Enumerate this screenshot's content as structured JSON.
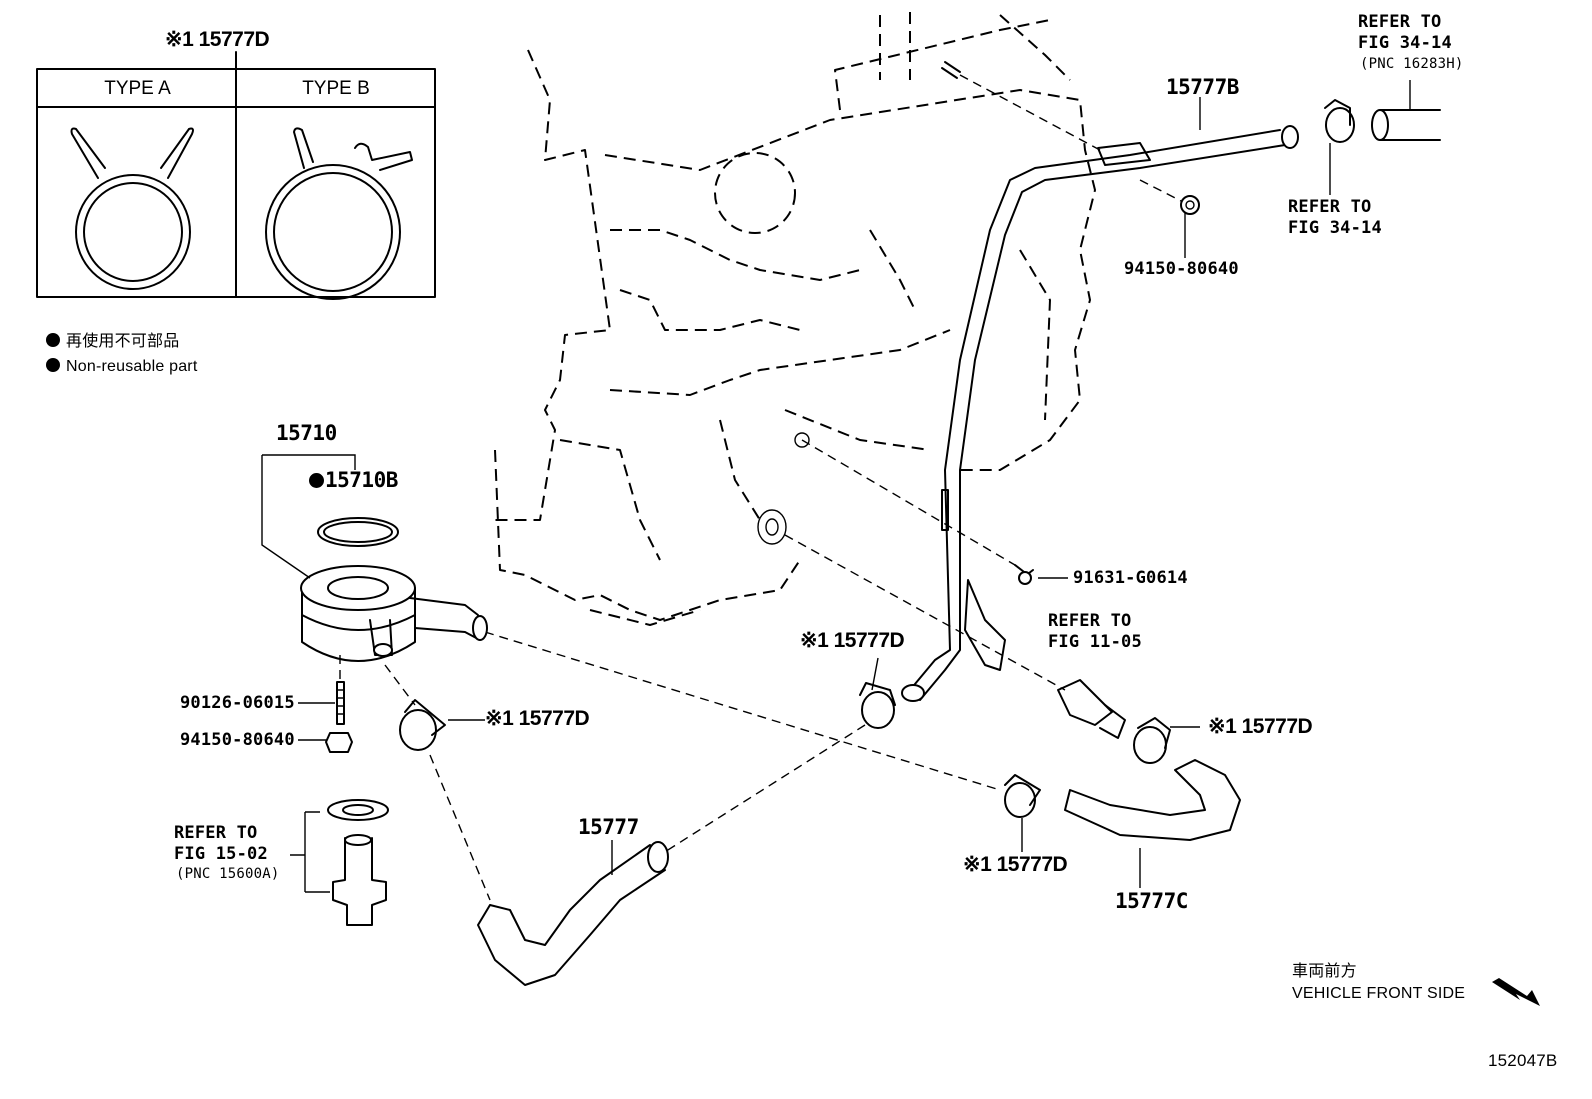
{
  "legend_table": {
    "header_code": "※1 15777D",
    "type_a": "TYPE A",
    "type_b": "TYPE B"
  },
  "legend_note": {
    "jp": "再使用不可部品",
    "en": "Non-reusable part"
  },
  "labels": {
    "p15710": "15710",
    "p15710B": "15710B",
    "p15777B": "15777B",
    "p15777": "15777",
    "p15777C": "15777C",
    "clamp_a": "※1 15777D",
    "clamp_b": "※1 15777D",
    "clamp_c": "※1 15777D",
    "clamp_d": "※1 15777D",
    "p94150_top": "94150-80640",
    "p94150_left": "94150-80640",
    "p90126": "90126-06015",
    "p91631": "91631-G0614"
  },
  "refs": {
    "r34_14_pnc": [
      "REFER TO",
      "FIG 34-14",
      "(PNC 16283H)"
    ],
    "r34_14": [
      "REFER TO",
      "FIG 34-14"
    ],
    "r11_05": [
      "REFER TO",
      "FIG 11-05"
    ],
    "r15_02": [
      "REFER TO",
      "FIG 15-02",
      "(PNC 15600A)"
    ]
  },
  "direction": {
    "jp": "車両前方",
    "en": "VEHICLE FRONT SIDE"
  },
  "figure_id": "152047B"
}
